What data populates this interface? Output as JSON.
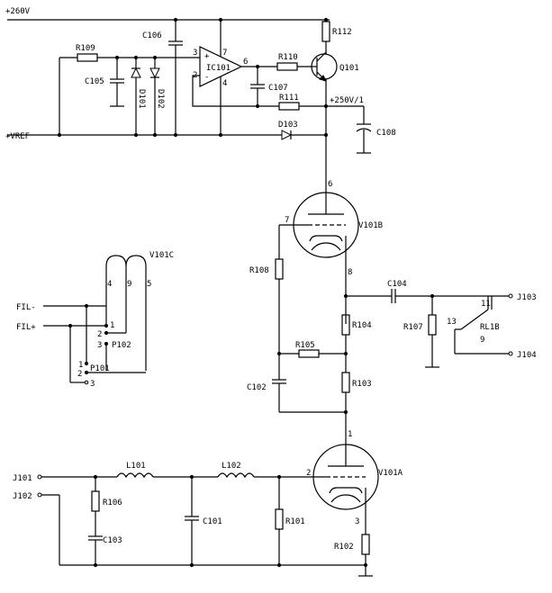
{
  "rails": {
    "v260": "+260V",
    "vref": "+VREF",
    "v250": "+250V/1"
  },
  "components": {
    "r109": "R109",
    "r110": "R110",
    "r111": "R111",
    "r112": "R112",
    "c105": "C105",
    "c106": "C106",
    "c107": "C107",
    "c108": "C108",
    "d101": "D101",
    "d102": "D102",
    "d103": "D103",
    "ic101": "IC101",
    "q101": "Q101",
    "v101b": "V101B",
    "v101a": "V101A",
    "v101c": "V101C",
    "r108": "R108",
    "r105": "R105",
    "r104": "R104",
    "r103": "R103",
    "r107": "R107",
    "c102": "C102",
    "c104": "C104",
    "rl1b": "RL1B",
    "l101": "L101",
    "l102": "L102",
    "r106": "R106",
    "c103": "C103",
    "c101": "C101",
    "r101": "R101",
    "r102": "R102",
    "p101": "P101",
    "p102": "P102"
  },
  "connectors": {
    "j101": "J101",
    "j102": "J102",
    "j103": "J103",
    "j104": "J104"
  },
  "filament": {
    "fil_minus": "FIL-",
    "fil_plus": "FIL+"
  },
  "pins": {
    "ic_3": "3",
    "ic_2": "2",
    "ic_7": "7",
    "ic_6": "6",
    "ic_4": "4",
    "ic_plus": "+",
    "ic_minus": "-",
    "v101b_6": "6",
    "v101b_7": "7",
    "v101b_8": "8",
    "v101a_1": "1",
    "v101a_2": "2",
    "v101a_3": "3",
    "v101c_4": "4",
    "v101c_9": "9",
    "v101c_5": "5",
    "p102_1": "1",
    "p102_2": "2",
    "p102_3": "3",
    "p101_1": "1",
    "p101_2": "2",
    "p101_3": "3",
    "rl_13": "13",
    "rl_11": "11",
    "rl_9": "9"
  }
}
